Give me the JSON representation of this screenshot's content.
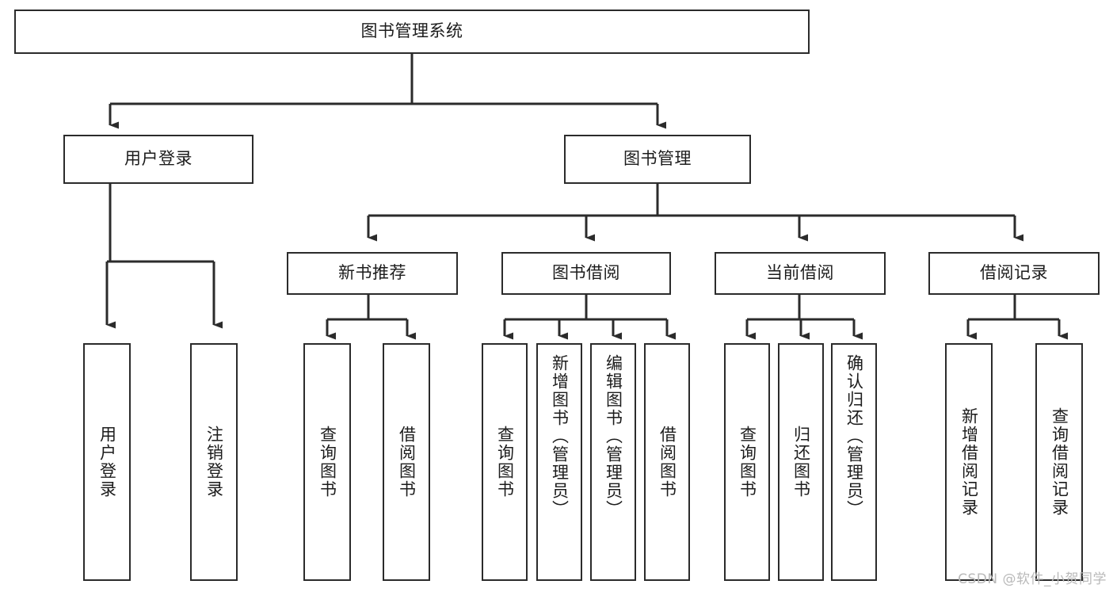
{
  "diagram": {
    "title": "图书管理系统",
    "type": "tree-hierarchy",
    "watermark": "CSDN @软件_小贺同学",
    "colors": {
      "background": "#ffffff",
      "border": "#2b2b2b",
      "text": "#1c1c1c",
      "connector": "#2b2b2b",
      "watermark": "#b9b9b9"
    },
    "root": {
      "label": "图书管理系统"
    },
    "level2": [
      {
        "label": "用户登录"
      },
      {
        "label": "图书管理"
      }
    ],
    "level3": [
      {
        "label": "新书推荐"
      },
      {
        "label": "图书借阅"
      },
      {
        "label": "当前借阅"
      },
      {
        "label": "借阅记录"
      }
    ],
    "leaves": {
      "user_login": [
        {
          "label": "用户登录"
        },
        {
          "label": "注销登录"
        }
      ],
      "new_book_recommend": [
        {
          "label": "查询图书"
        },
        {
          "label": "借阅图书"
        }
      ],
      "book_borrow": [
        {
          "label": "查询图书"
        },
        {
          "label": "新增图书（管理员）"
        },
        {
          "label": "编辑图书（管理员）"
        },
        {
          "label": "借阅图书"
        }
      ],
      "current_borrow": [
        {
          "label": "查询图书"
        },
        {
          "label": "归还图书"
        },
        {
          "label": "确认归还（管理员）"
        }
      ],
      "borrow_record": [
        {
          "label": "新增借阅记录"
        },
        {
          "label": "查询借阅记录"
        }
      ]
    }
  }
}
